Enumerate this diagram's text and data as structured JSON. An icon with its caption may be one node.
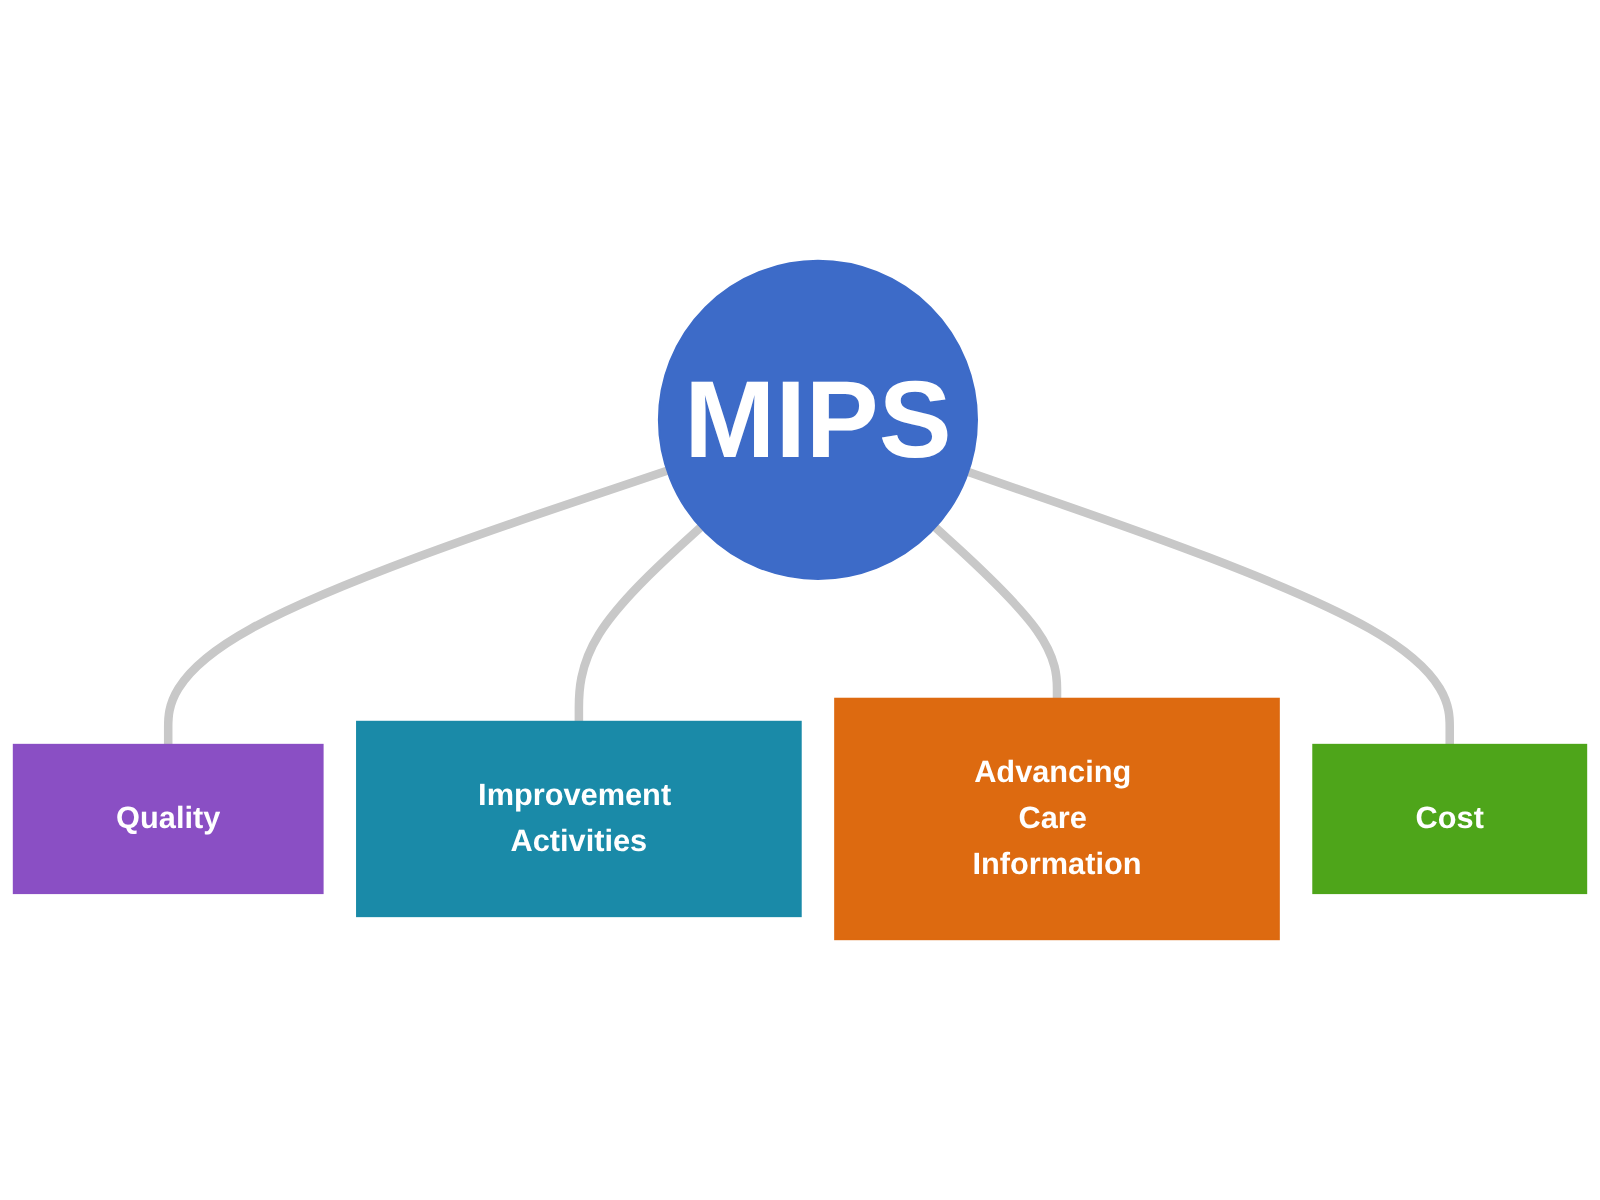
{
  "diagram": {
    "nodes": [
      {
        "text": [
          "MIPS"
        ]
      },
      {
        "text": [
          "Quality"
        ]
      },
      {
        "text": [
          "Improvement Activities"
        ]
      },
      {
        "text": [
          "Advancing Care Information"
        ]
      },
      {
        "text": [
          "Cost"
        ]
      }
    ],
    "edges": [
      {
        "from": 0,
        "to": 1,
        "arrow": "none"
      },
      {
        "from": 0,
        "to": 2,
        "arrow": "none"
      },
      {
        "from": 0,
        "to": 3,
        "arrow": "none"
      },
      {
        "from": 0,
        "to": 4,
        "arrow": "none"
      }
    ]
  }
}
